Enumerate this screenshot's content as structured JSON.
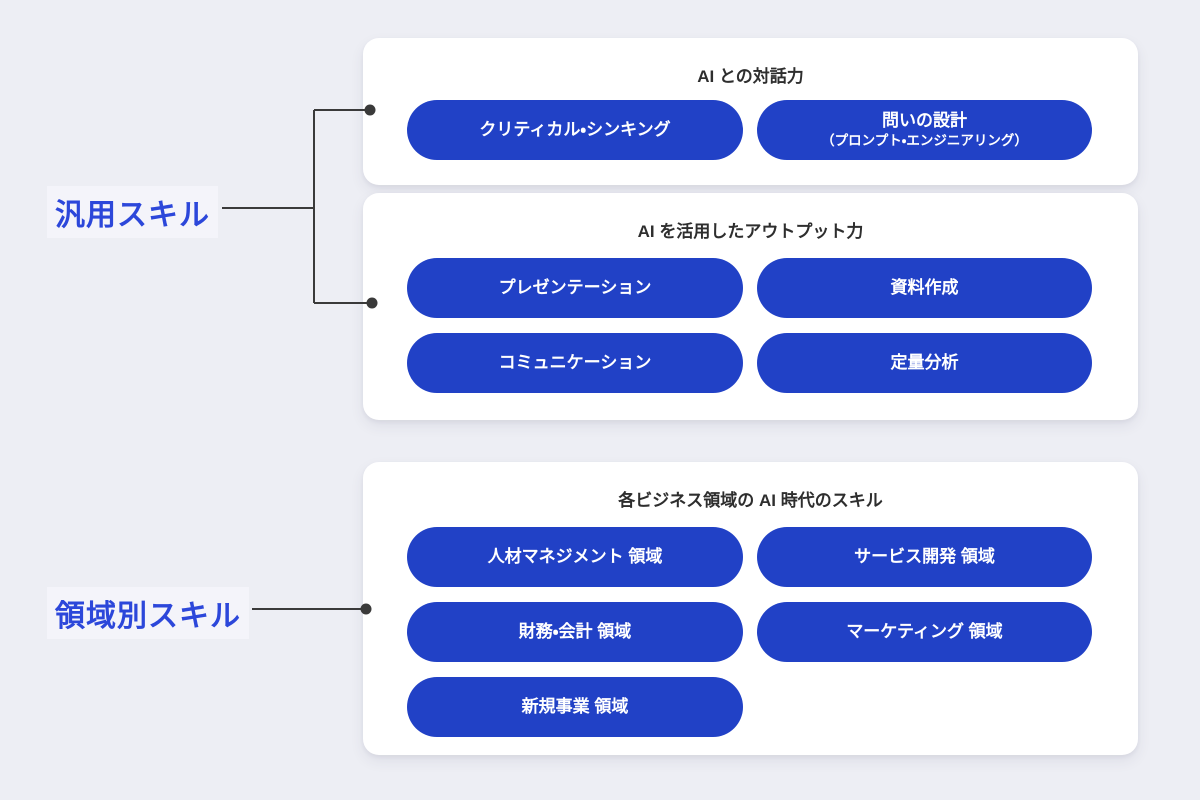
{
  "colors": {
    "background": "#EDEEF4",
    "card_background": "#FFFFFF",
    "pill_blue": "#2141C6",
    "pill_text": "#FFFFFF",
    "label_blue": "#2C47DA",
    "title_text": "#2E2E2E",
    "connector": "#3A3A3A"
  },
  "side_labels": {
    "general": "汎用スキル",
    "domain": "領域別スキル"
  },
  "groups": [
    {
      "title": "AI との対話力",
      "pills": [
        {
          "label": "クリティカル・シンキング"
        },
        {
          "label": "問いの設計",
          "sublabel": "（プロンプト・エンジニアリング）"
        }
      ]
    },
    {
      "title": "AI を活用したアウトプット力",
      "pills": [
        {
          "label": "プレゼンテーション"
        },
        {
          "label": "資料作成"
        },
        {
          "label": "コミュニケーション"
        },
        {
          "label": "定量分析"
        }
      ]
    },
    {
      "title": "各ビジネス領域の AI 時代のスキル",
      "pills": [
        {
          "label": "人材マネジメント 領域"
        },
        {
          "label": "サービス開発 領域"
        },
        {
          "label": "財務・会計 領域"
        },
        {
          "label": "マーケティング 領域"
        },
        {
          "label": "新規事業 領域"
        }
      ]
    }
  ]
}
